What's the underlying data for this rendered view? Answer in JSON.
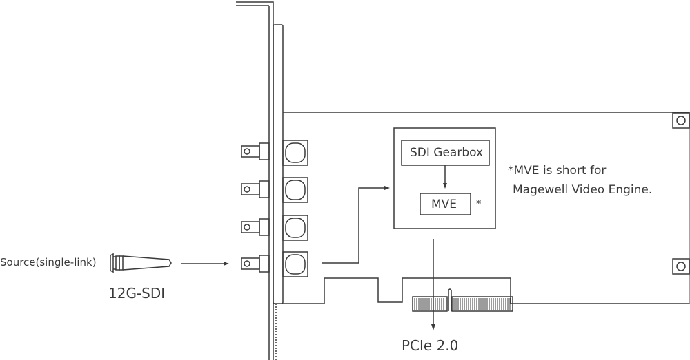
{
  "labels": {
    "source": "Source(single-link)",
    "signal": "12G-SDI",
    "gearbox": "SDI Gearbox",
    "mve": "MVE",
    "mve_mark": "*",
    "note_line1": "*MVE is short for",
    "note_line2": "Magewell Video Engine.",
    "bus": "PCIe 2.0"
  }
}
